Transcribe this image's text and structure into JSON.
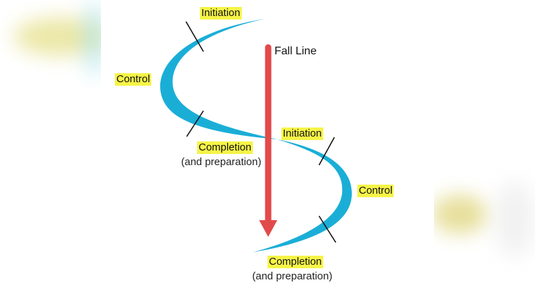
{
  "labels": {
    "fall_line": "Fall Line",
    "turn1": {
      "initiation": "Initiation",
      "control": "Control",
      "completion": "Completion",
      "completion_note": "(and preparation)"
    },
    "turn2": {
      "initiation": "Initiation",
      "control": "Control",
      "completion": "Completion",
      "completion_note": "(and preparation)"
    }
  },
  "colors": {
    "turn_fill": "#1aaed7",
    "arrow": "#e24a4a",
    "label_highlight": "#f6f447"
  }
}
